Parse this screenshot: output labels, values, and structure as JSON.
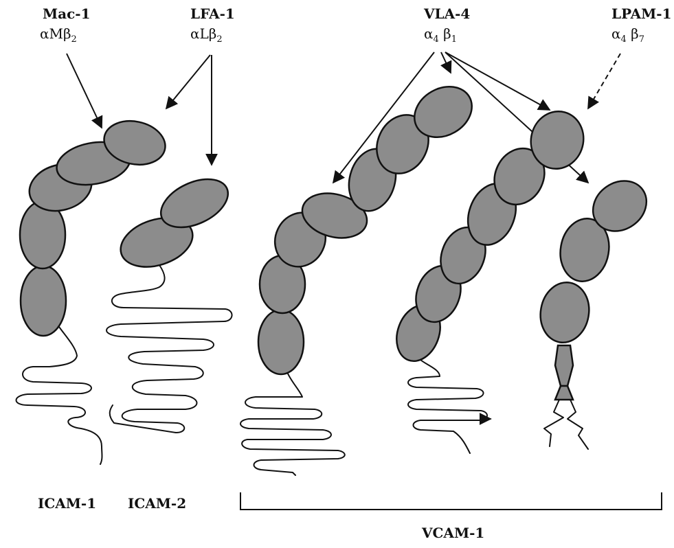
{
  "integrins": [
    {
      "name": "Mac-1",
      "alpha": "αM",
      "beta": "β",
      "beta_sub": "2"
    },
    {
      "name": "LFA-1",
      "alpha": "αL",
      "beta": "β",
      "beta_sub": "2"
    },
    {
      "name": "VLA-4",
      "alpha": "α",
      "alpha_sub": "4",
      "beta": " β",
      "beta_sub": "1"
    },
    {
      "name": "LPAM-1",
      "alpha": "α",
      "alpha_sub": "4",
      "beta": " β",
      "beta_sub": "7"
    }
  ],
  "ligands": {
    "icam1": "ICAM-1",
    "icam2": "ICAM-2",
    "vcam1": "VCAM-1"
  },
  "colors": {
    "domain_fill": "#8c8c8c",
    "line": "#111111"
  }
}
